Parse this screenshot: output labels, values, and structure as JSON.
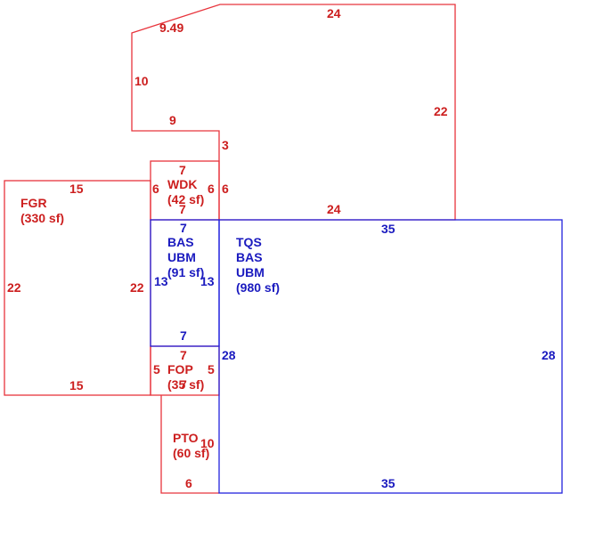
{
  "colors": {
    "red": "#cc1e1e",
    "blue": "#1a1abf",
    "background": "#ffffff"
  },
  "areas": {
    "fgr": {
      "name": "FGR",
      "area": "(330 sf)"
    },
    "wdk": {
      "name": "WDK",
      "area": "(42 sf)"
    },
    "bas_small": {
      "line1": "BAS",
      "line2": "UBM",
      "area": "(91 sf)"
    },
    "tqs": {
      "line1": "TQS",
      "line2": "BAS",
      "line3": "UBM",
      "area": "(980 sf)"
    },
    "fop": {
      "name": "FOP",
      "area": "(35 sf)"
    },
    "pto": {
      "name": "PTO",
      "area": "(60 sf)"
    }
  },
  "dimensions": {
    "top_diag": "9.49",
    "top": "24",
    "upper_left": "10",
    "upper_right": "22",
    "step": "9",
    "step_down": "3",
    "upper_bottom": "24",
    "wdk_top": "7",
    "wdk_left": "6",
    "wdk_right": "6",
    "wdk_bottom": "7",
    "fgr_top": "15",
    "fgr_left": "22",
    "fgr_right": "22",
    "fgr_bottom": "15",
    "bas_top": "7",
    "bas_left": "13",
    "bas_right": "13",
    "bas_bottom": "7",
    "tqs_top": "35",
    "tqs_left": "28",
    "tqs_right": "28",
    "tqs_bottom": "35",
    "fop_top": "7",
    "fop_left": "5",
    "fop_right": "5",
    "fop_bottom": "7",
    "pto_right": "10",
    "pto_bottom": "6"
  }
}
